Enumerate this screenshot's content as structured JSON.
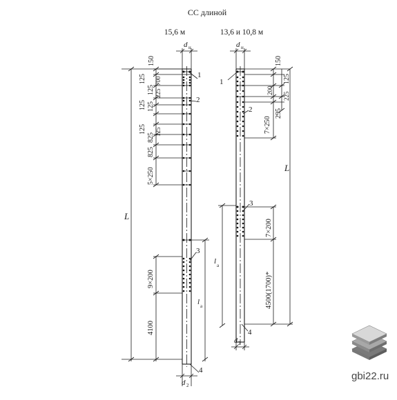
{
  "title": "СС длиной",
  "col_labels": {
    "left": "15,6 м",
    "right": "13,6 и 10,8 м"
  },
  "callouts": {
    "c1": "1",
    "c2": "2",
    "c3": "3",
    "c4": "4"
  },
  "diam": {
    "top": "d",
    "top_sub": "н",
    "bot": "d",
    "bot_sub": "2"
  },
  "left_dims": {
    "d150": "150",
    "d125a": "125",
    "d125b": "125",
    "d700": "700",
    "d225": "225",
    "d125c": "125",
    "d125d": "125",
    "d125e": "125",
    "d825a": "825",
    "d825b": "825",
    "d5x250": "5×250",
    "d125f": "125",
    "dL": "L",
    "d9x200": "9×200",
    "d4100": "4100",
    "dla": "l",
    "dla_sub": "a"
  },
  "right_dims": {
    "d150": "150",
    "d125": "125",
    "d200": "200",
    "d225": "225",
    "d295": "295",
    "d7x250": "7×250",
    "dL": "L",
    "d7x200": "7×200",
    "d4500": "4500(1700)*",
    "dla": "l",
    "dla_sub": "a"
  },
  "logo": {
    "text": "gbi22.ru",
    "colors": [
      "#d8d8d8",
      "#a8a8a8",
      "#7a7a7a"
    ]
  }
}
